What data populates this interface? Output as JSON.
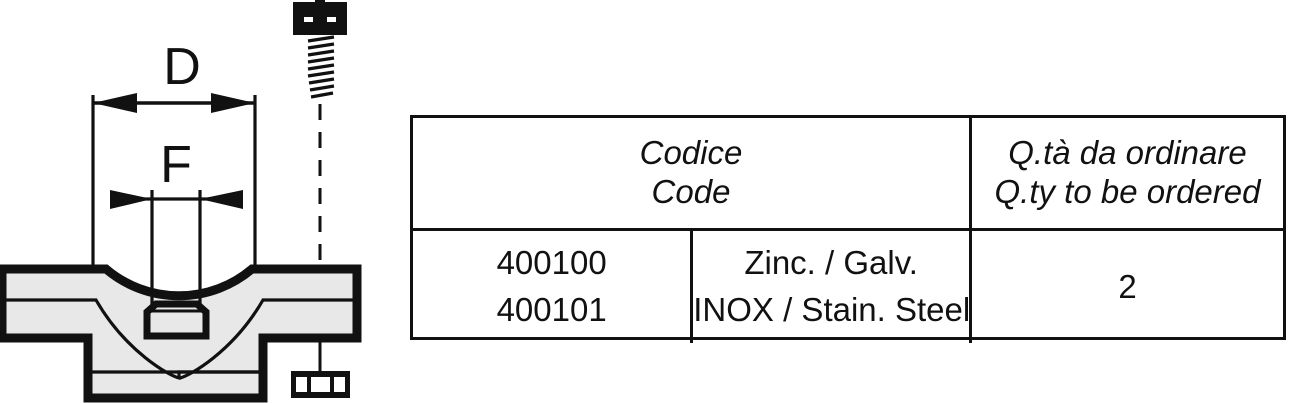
{
  "drawing": {
    "dimension_labels": {
      "outer_diameter": "D",
      "inner_flat": "F"
    },
    "components": {
      "screw": "screw-with-slotted-head",
      "nut": "hex-nut-end-view",
      "saddle": "saddle-bracket-cross-section",
      "centerline": "screw-axis-centerline"
    },
    "colors": {
      "outline": "#111111",
      "body_fill": "#e8e8e8",
      "background": "#ffffff"
    }
  },
  "table": {
    "header": {
      "code_it": "Codice",
      "code_en": "Code",
      "qty_it": "Q.tà da ordinare",
      "qty_en": "Q.ty to be ordered"
    },
    "rows": [
      {
        "code": "400100",
        "description": "Zinc. / Galv."
      },
      {
        "code": "400101",
        "description": "INOX / Stain. Steel"
      }
    ],
    "quantity": "2"
  }
}
